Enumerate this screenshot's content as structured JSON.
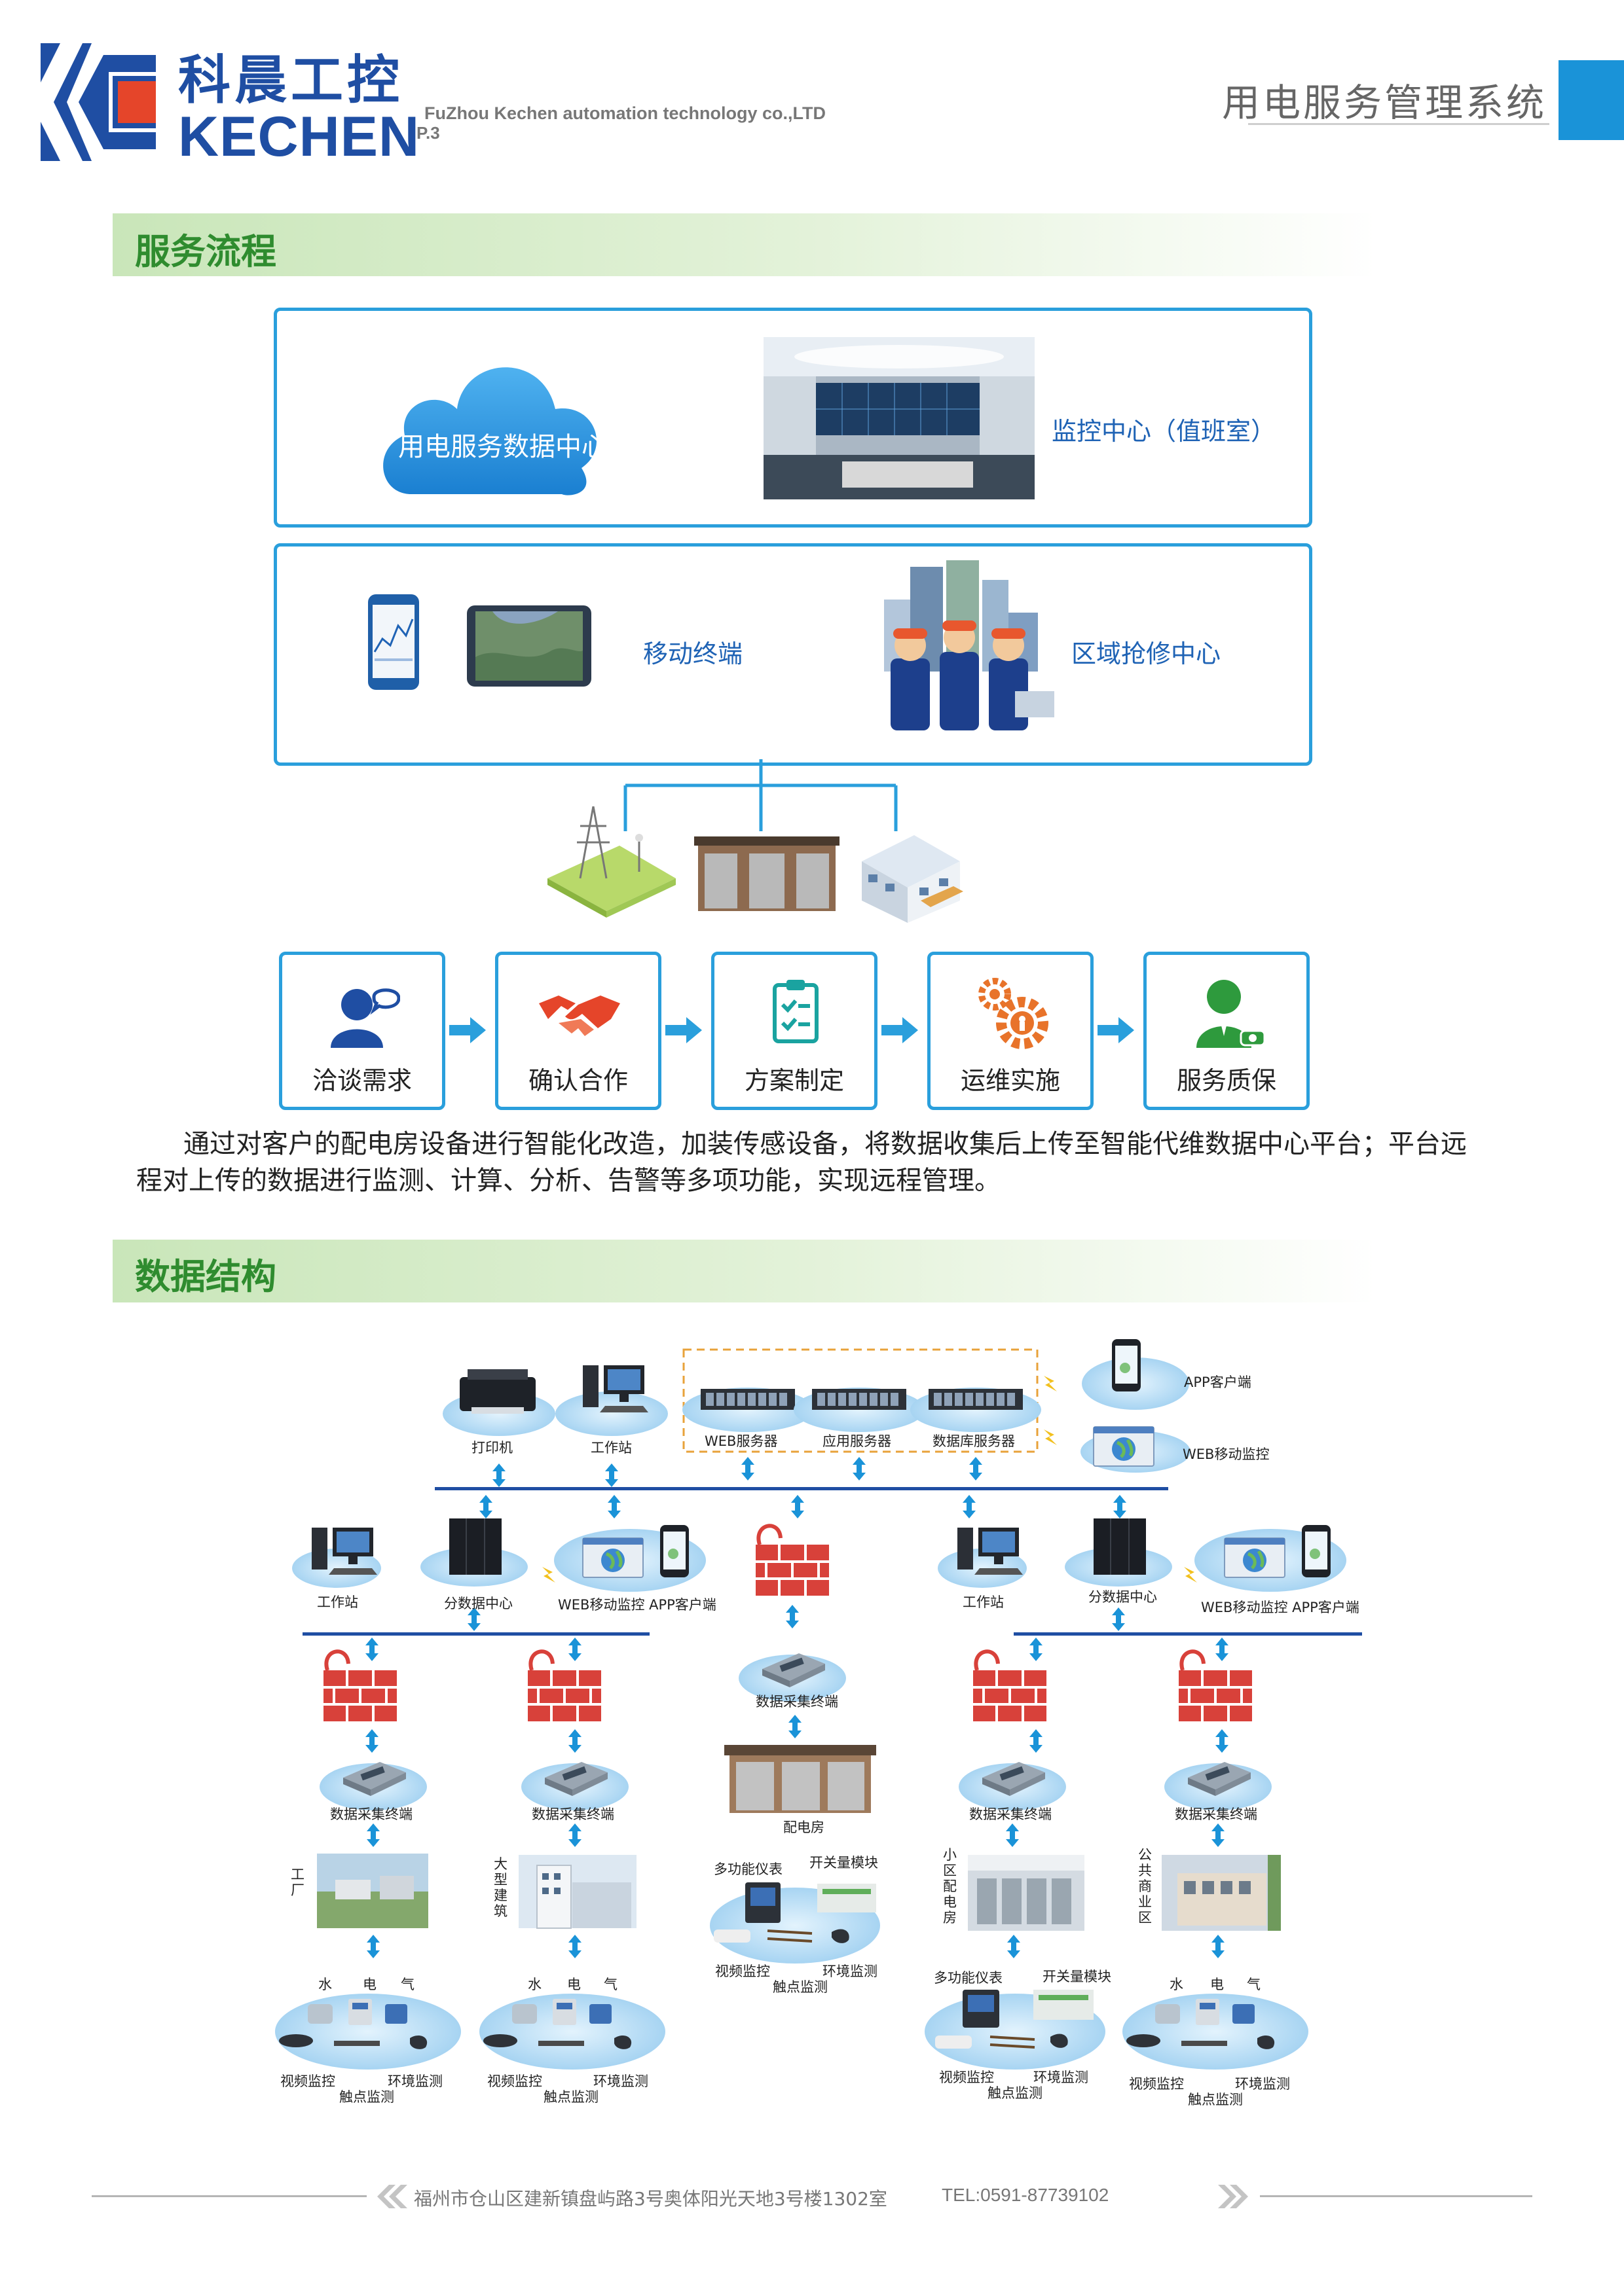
{
  "header": {
    "brand_cn": "科晨工控",
    "brand_en": "KECHEN",
    "company_en": "FuZhou Kechen  automation technology co.,LTD",
    "page_no": "P.3",
    "doc_title": "用电服务管理系统"
  },
  "section1": {
    "title": "服务流程",
    "cloud_label": "用电服务数据中心",
    "monitor_label": "监控中心（值班室）",
    "mobile_label": "移动终端",
    "repair_label": "区域抢修中心",
    "steps": [
      "洽谈需求",
      "确认合作",
      "方案制定",
      "运维实施",
      "服务质保"
    ],
    "paragraph": "通过对客户的配电房设备进行智能化改造，加装传感设备，将数据收集后上传至智能代维数据中心平台；平台远程对上传的数据进行监测、计算、分析、告警等多项功能，实现远程管理。"
  },
  "section2": {
    "title": "数据结构",
    "labels": {
      "printer": "打印机",
      "workstation": "工作站",
      "web_server": "WEB服务器",
      "app_server": "应用服务器",
      "db_server": "数据库服务器",
      "app_client": "APP客户端",
      "web_mobile": "WEB移动监控",
      "sub_dc": "分数据中心",
      "web_app": "WEB移动监控  APP客户端",
      "collector": "数据采集终端",
      "substation": "配电房",
      "multi_meter": "多功能仪表",
      "switch_module": "开关量模块",
      "video": "视频监控",
      "env": "环境监测",
      "contact": "触点监测",
      "water": "水",
      "electric": "电",
      "gas": "气",
      "factory": "工厂",
      "building": "大型建筑",
      "community": "小区配电房",
      "commercial": "公共商业区"
    }
  },
  "footer": {
    "address": "福州市仓山区建新镇盘屿路3号奥体阳光天地3号楼1302室",
    "tel": "TEL:0591-87739102"
  },
  "colors": {
    "brand_blue": "#1f4ea3",
    "accent_blue": "#1a93d8",
    "brand_red": "#e5452a",
    "section_green": "#2f8c2f"
  }
}
